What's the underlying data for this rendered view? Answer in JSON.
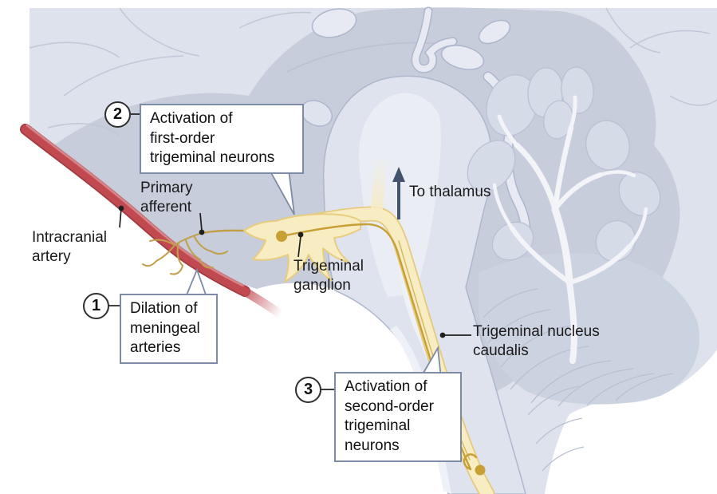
{
  "figure": {
    "labels": {
      "intracranial_artery": "Intracranial\nartery",
      "primary_afferent": "Primary\nafferent",
      "trigeminal_ganglion": "Trigeminal\nganglion",
      "to_thalamus": "To thalamus",
      "trigeminal_nucleus_caudalis": "Trigeminal nucleus\ncaudalis"
    },
    "callouts": [
      {
        "number": "1",
        "text": "Dilation of\nmeningeal\narteries"
      },
      {
        "number": "2",
        "text": "Activation of\nfirst-order\ntrigeminal neurons"
      },
      {
        "number": "3",
        "text": "Activation of\nsecond-order\ntrigeminal\nneurons"
      }
    ],
    "icons": {
      "to_thalamus_arrow": "up-arrow"
    },
    "colors": {
      "artery_red": "#c14a50",
      "artery_dark": "#a03940",
      "nerve_fill": "#f8ecc3",
      "nerve_outline": "#e6c97a",
      "nerve_axon": "#c79f35",
      "brain_light": "#dde2ec",
      "brain_mid": "#c7cdda",
      "structure_light": "#e7eaf2",
      "arrow_slate": "#44536d",
      "callout_border": "#7d8ba6",
      "text": "#1a1a1a"
    }
  }
}
